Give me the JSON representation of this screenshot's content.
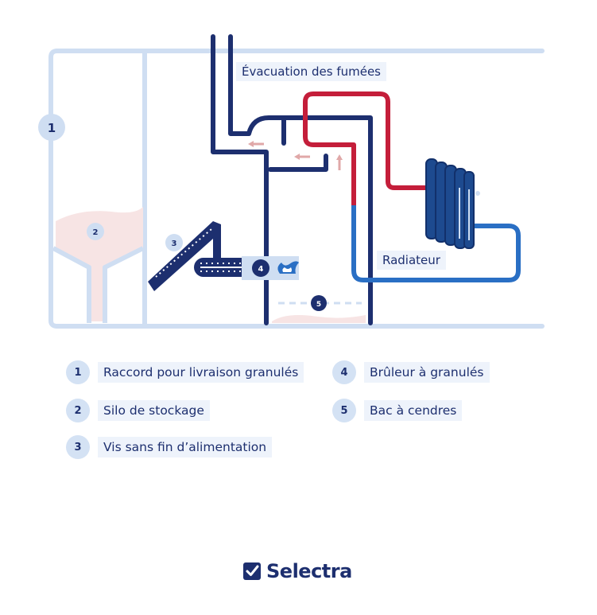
{
  "labels": {
    "evacuation": "Évacuation des fumées",
    "radiateur": "Radiateur"
  },
  "markers": [
    "1",
    "2",
    "3",
    "4",
    "5"
  ],
  "legend": [
    {
      "num": "1",
      "text": "Raccord pour livraison granulés"
    },
    {
      "num": "2",
      "text": "Silo de stockage"
    },
    {
      "num": "3",
      "text": "Vis sans fin d’alimentation"
    },
    {
      "num": "4",
      "text": "Brûleur à granulés"
    },
    {
      "num": "5",
      "text": "Bac à cendres"
    }
  ],
  "brand": {
    "name": "Selectra",
    "logo_icon": "checkmark-icon"
  },
  "colors": {
    "navy": "#1d2f6f",
    "light_blue": "#cfdef2",
    "red": "#c41e3a",
    "blue_pipe": "#2a6fc4",
    "pink_fill": "#f7e4e4"
  }
}
